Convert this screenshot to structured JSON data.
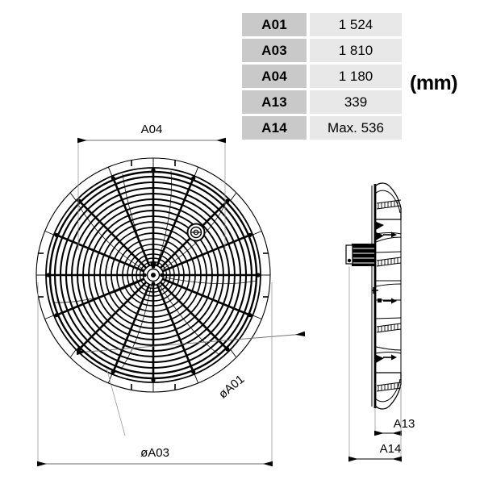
{
  "table": {
    "rows": [
      {
        "key": "A01",
        "value": "1 524"
      },
      {
        "key": "A03",
        "value": "1 810"
      },
      {
        "key": "A04",
        "value": "1 180"
      },
      {
        "key": "A13",
        "value": "339"
      },
      {
        "key": "A14",
        "value": "Max. 536"
      }
    ],
    "key_bg": "#c9c9c9",
    "value_bg": "#e8e8e8"
  },
  "unit": "(mm)",
  "front_view": {
    "dimensions": {
      "a04": "A04",
      "a01": "øA01",
      "a03": "øA03"
    }
  },
  "side_view": {
    "dimensions": {
      "a13": "A13",
      "a14": "A14"
    }
  }
}
